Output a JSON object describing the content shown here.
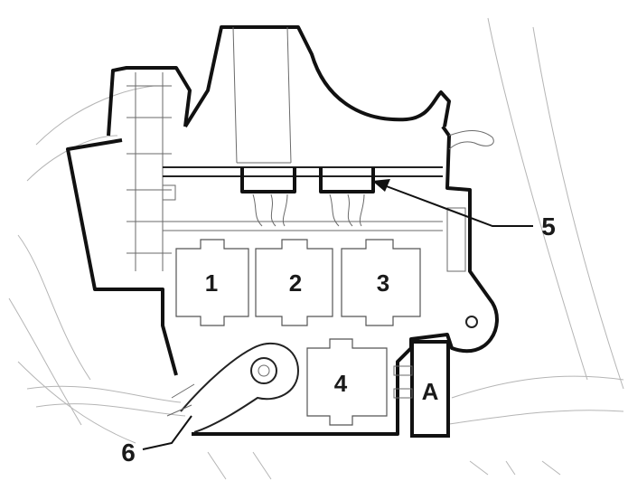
{
  "diagram": {
    "relay_labels": {
      "relay_1": "1",
      "relay_2": "2",
      "relay_3": "3",
      "relay_4": "4",
      "connector_a": "A"
    },
    "callouts": {
      "callout_5": "5",
      "callout_6": "6"
    },
    "colors": {
      "line": "#111111",
      "detail": "#6a6a6a",
      "background": "#ffffff"
    }
  }
}
